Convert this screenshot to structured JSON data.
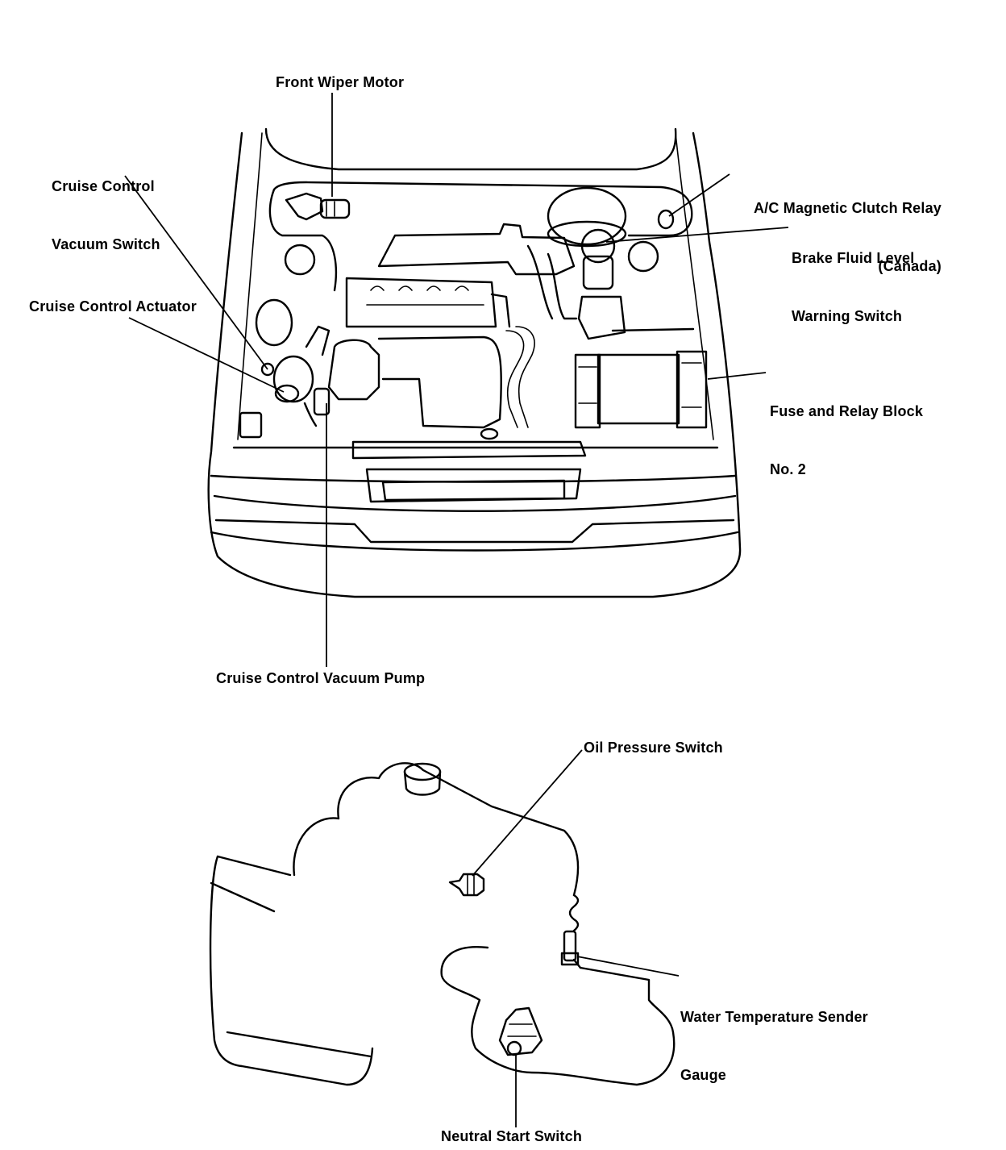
{
  "labels": {
    "front_wiper_motor": "Front Wiper Motor",
    "cruise_control_vacuum_switch": {
      "line1": "Cruise Control",
      "line2": "Vacuum Switch"
    },
    "ac_magnetic_clutch_relay": {
      "line1": "A/C Magnetic Clutch Relay",
      "line2": "(Canada)"
    },
    "brake_fluid_level_warning_switch": {
      "line1": "Brake Fluid Level",
      "line2": "Warning Switch"
    },
    "cruise_control_actuator": "Cruise Control Actuator",
    "fuse_and_relay_block": {
      "line1": "Fuse and Relay Block",
      "line2": "No. 2"
    },
    "cruise_control_vacuum_pump": "Cruise Control Vacuum Pump",
    "oil_pressure_switch": "Oil Pressure Switch",
    "water_temperature_sender_gauge": {
      "line1": "Water Temperature Sender",
      "line2": "Gauge"
    },
    "neutral_start_switch": "Neutral Start Switch"
  },
  "colors": {
    "ink": "#000000",
    "paper": "#ffffff"
  }
}
